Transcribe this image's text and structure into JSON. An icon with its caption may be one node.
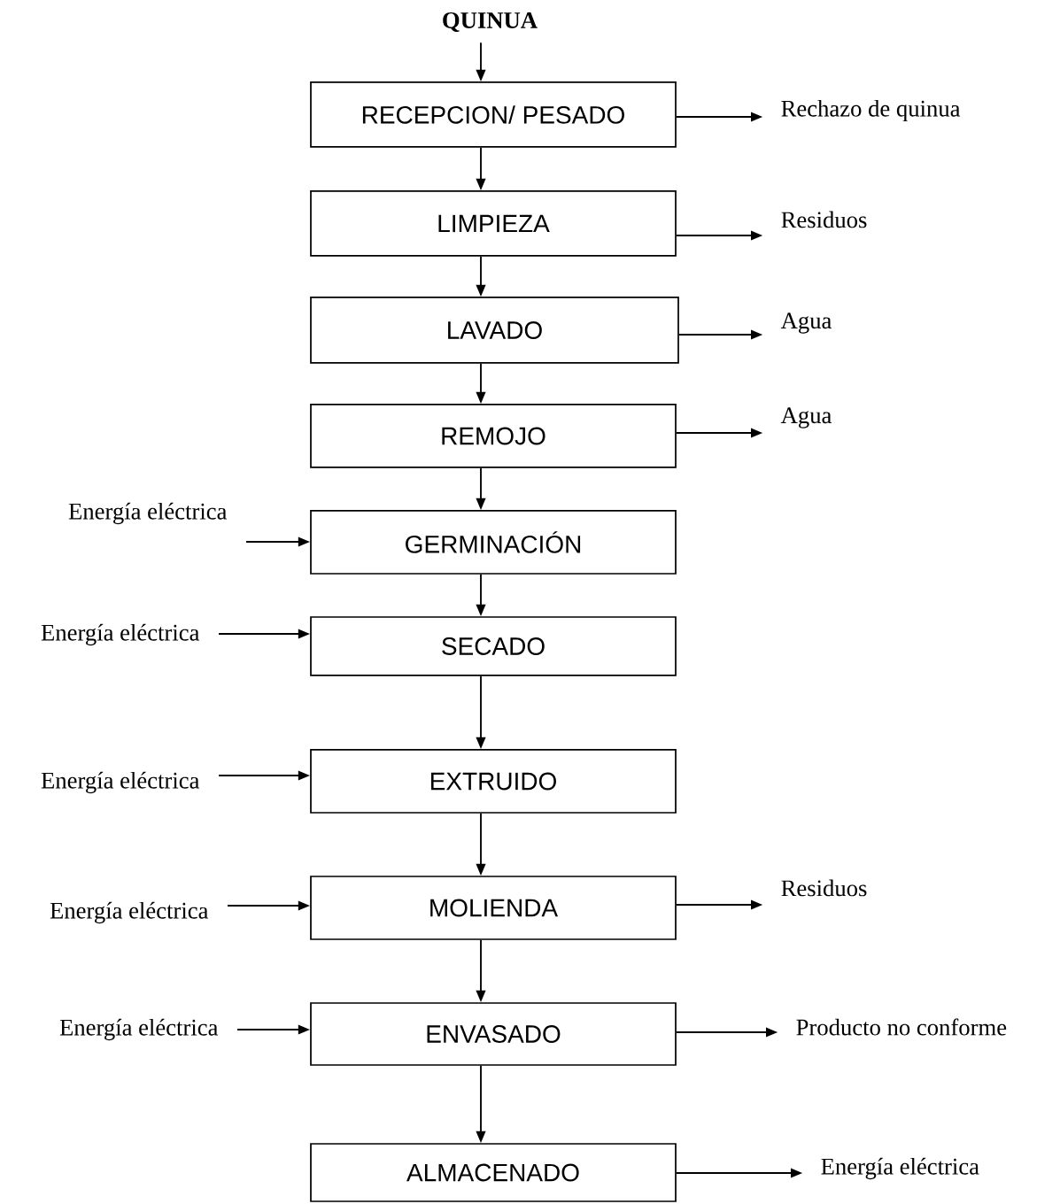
{
  "diagram": {
    "nodes": [
      {
        "text": [
          "QUINUA"
        ]
      },
      {
        "text": [
          "RECEPCION/ PESADO"
        ]
      },
      {
        "text": [
          "Rechazo de quinua"
        ]
      },
      {
        "text": [
          "LIMPIEZA"
        ]
      },
      {
        "text": [
          "Residuos"
        ]
      },
      {
        "text": [
          "LAVADO"
        ]
      },
      {
        "text": [
          "Agua"
        ]
      },
      {
        "text": [
          "REMOJO"
        ]
      },
      {
        "text": [
          "Agua"
        ]
      },
      {
        "text": [
          "Energía eléctrica"
        ]
      },
      {
        "text": [
          "GERMINACIÓN"
        ]
      },
      {
        "text": [
          "Energía eléctrica"
        ]
      },
      {
        "text": [
          "SECADO"
        ]
      },
      {
        "text": [
          "Energía eléctrica"
        ]
      },
      {
        "text": [
          "EXTRUIDO"
        ]
      },
      {
        "text": [
          "Energía eléctrica"
        ]
      },
      {
        "text": [
          "MOLIENDA"
        ]
      },
      {
        "text": [
          "Residuos"
        ]
      },
      {
        "text": [
          "Energía eléctrica"
        ]
      },
      {
        "text": [
          "ENVASADO"
        ]
      },
      {
        "text": [
          "Producto no conforme"
        ]
      },
      {
        "text": [
          "ALMACENADO"
        ]
      },
      {
        "text": [
          "Energía eléctrica"
        ]
      }
    ],
    "edges": [
      {
        "from": 0,
        "to": 1,
        "arrow": "to"
      },
      {
        "from": 1,
        "to": 2,
        "arrow": "to"
      },
      {
        "from": 1,
        "to": 3,
        "arrow": "to"
      },
      {
        "from": 3,
        "to": 4,
        "arrow": "to"
      },
      {
        "from": 3,
        "to": 5,
        "arrow": "to"
      },
      {
        "from": 5,
        "to": 6,
        "arrow": "to"
      },
      {
        "from": 5,
        "to": 7,
        "arrow": "to"
      },
      {
        "from": 7,
        "to": 8,
        "arrow": "to"
      },
      {
        "from": 7,
        "to": 10,
        "arrow": "to"
      },
      {
        "from": 9,
        "to": 10,
        "arrow": "to"
      },
      {
        "from": 10,
        "to": 12,
        "arrow": "to"
      },
      {
        "from": 11,
        "to": 12,
        "arrow": "to"
      },
      {
        "from": 12,
        "to": 14,
        "arrow": "to"
      },
      {
        "from": 13,
        "to": 14,
        "arrow": "to"
      },
      {
        "from": 14,
        "to": 16,
        "arrow": "to"
      },
      {
        "from": 15,
        "to": 16,
        "arrow": "to"
      },
      {
        "from": 16,
        "to": 17,
        "arrow": "to"
      },
      {
        "from": 16,
        "to": 19,
        "arrow": "to"
      },
      {
        "from": 18,
        "to": 19,
        "arrow": "to"
      },
      {
        "from": 19,
        "to": 20,
        "arrow": "to"
      },
      {
        "from": 19,
        "to": 21,
        "arrow": "to"
      },
      {
        "from": 21,
        "to": 22,
        "arrow": "to"
      }
    ]
  }
}
